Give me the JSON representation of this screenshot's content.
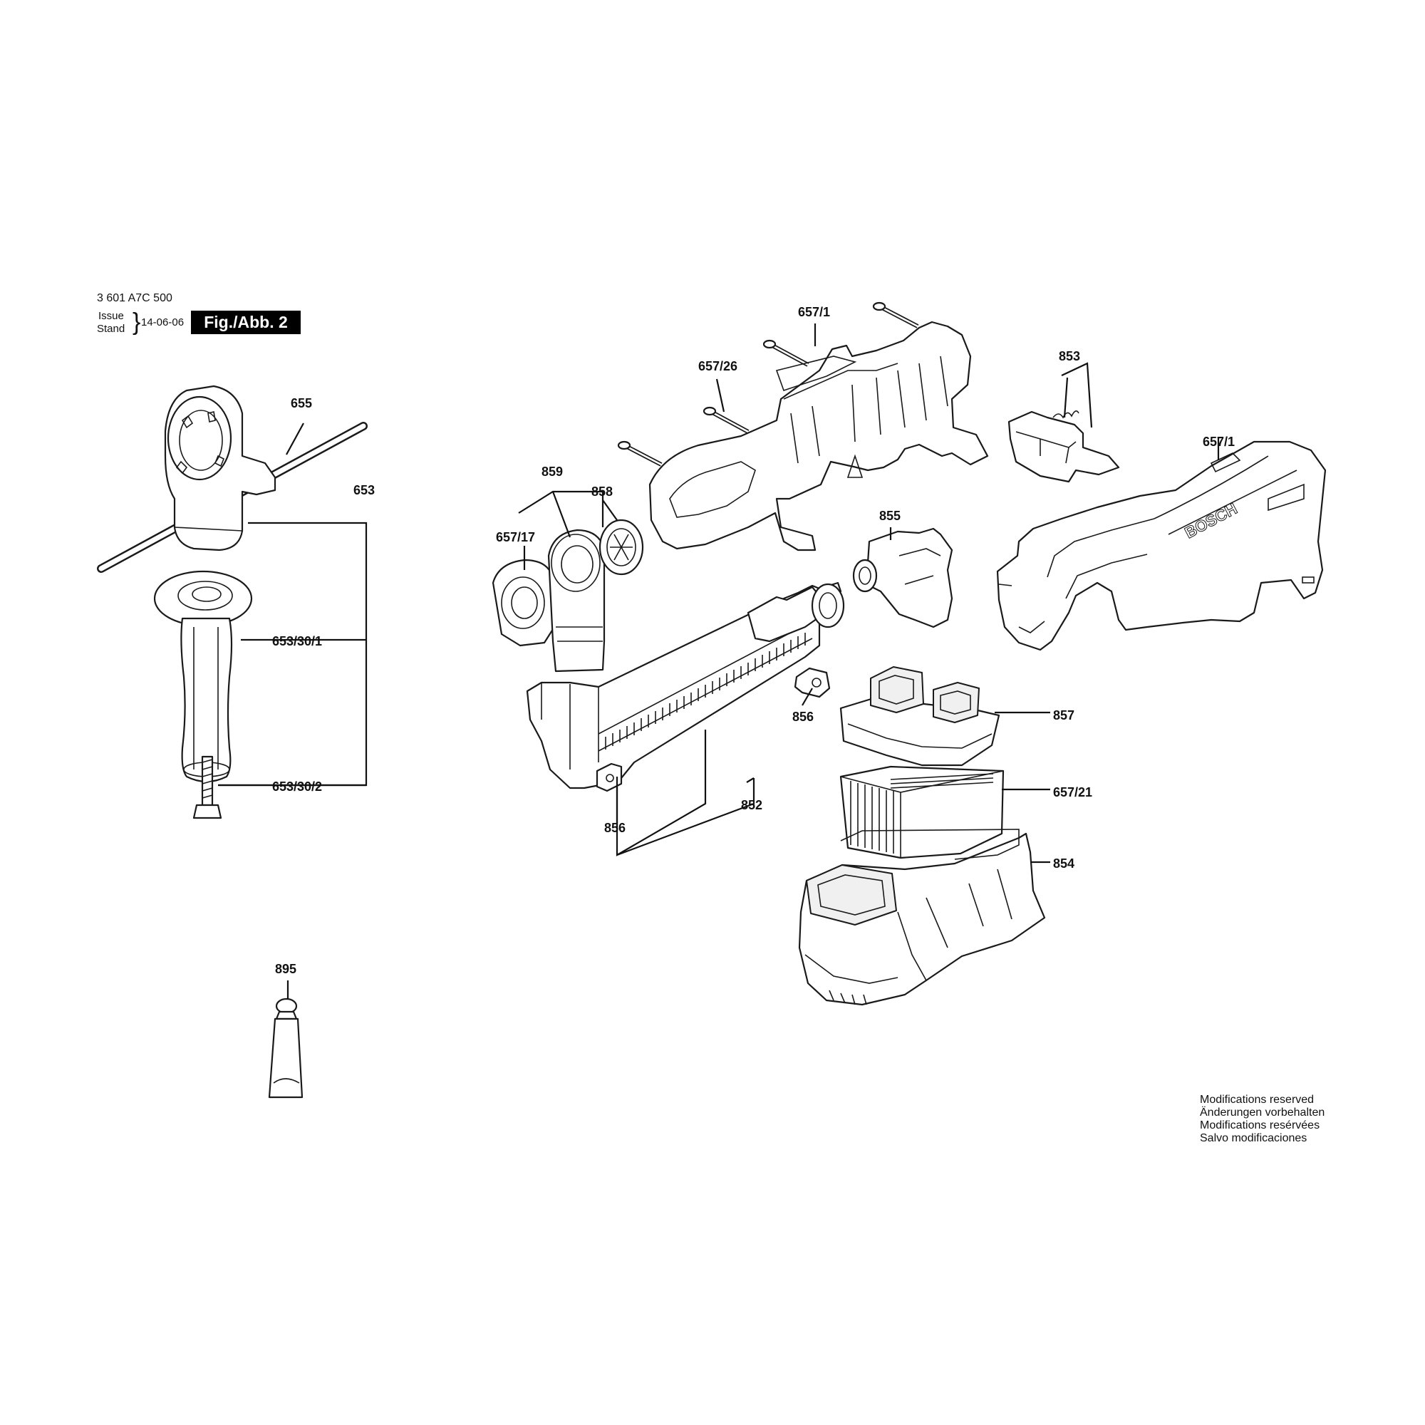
{
  "header": {
    "part_number": "3 601 A7C 500",
    "issue_label": "Issue",
    "stand_label": "Stand",
    "date": "14-06-06",
    "figure": "Fig./Abb. 2"
  },
  "brand": "BOSCH",
  "parts": {
    "p655": "655",
    "p653": "653",
    "p653_30_1": "653/30/1",
    "p653_30_2": "653/30/2",
    "p895": "895",
    "p859": "859",
    "p858": "858",
    "p657_17": "657/17",
    "p657_26": "657/26",
    "p657_1_top": "657/1",
    "p853": "853",
    "p657_1_right": "657/1",
    "p855": "855",
    "p856_upper": "856",
    "p856_lower": "856",
    "p852": "852",
    "p857": "857",
    "p657_21": "657/21",
    "p854": "854"
  },
  "footer": {
    "line1": "Modifications reserved",
    "line2": "Änderungen vorbehalten",
    "line3": "Modifications resérvées",
    "line4": "Salvo modificaciones"
  }
}
